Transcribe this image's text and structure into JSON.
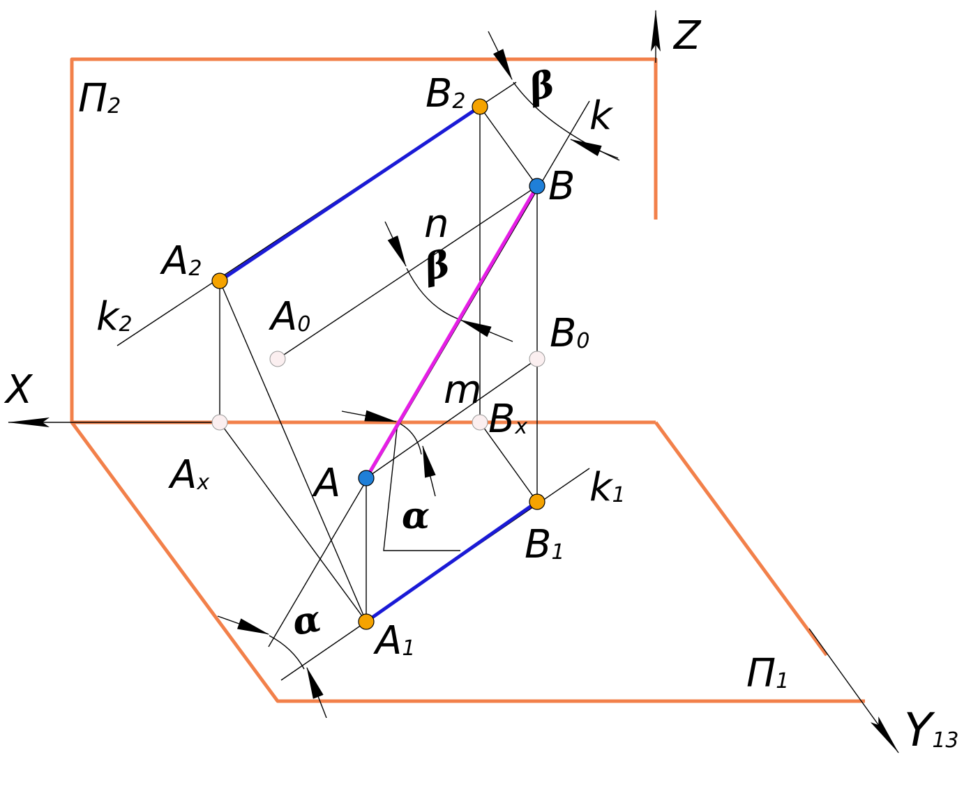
{
  "colors": {
    "plane": "#f2804a",
    "projection_segment": "#1a1ad6",
    "true_segment": "#e61ee6",
    "projection_point": "#f5a300",
    "space_point": "#1f7fd8",
    "auxiliary_point": "#fbeff0"
  },
  "labels": {
    "pi2": {
      "main": "П",
      "sub": "2"
    },
    "pi1": {
      "main": "П",
      "sub": "1"
    },
    "axis_x": {
      "main": "X",
      "sub": ""
    },
    "axis_z": {
      "main": "Z",
      "sub": ""
    },
    "axis_y": {
      "main": "Y",
      "sub": "13"
    },
    "A": {
      "main": "A",
      "sub": ""
    },
    "B": {
      "main": "B",
      "sub": ""
    },
    "A1": {
      "main": "A",
      "sub": "1"
    },
    "A2": {
      "main": "A",
      "sub": "2"
    },
    "B1": {
      "main": "B",
      "sub": "1"
    },
    "B2": {
      "main": "B",
      "sub": "2"
    },
    "A0": {
      "main": "A",
      "sub": "0"
    },
    "B0": {
      "main": "B",
      "sub": "0"
    },
    "Ax": {
      "main": "A",
      "sub": "x"
    },
    "Bx": {
      "main": "B",
      "sub": "x"
    },
    "k": {
      "main": "k",
      "sub": ""
    },
    "k1": {
      "main": "k",
      "sub": "1"
    },
    "k2": {
      "main": "k",
      "sub": "2"
    },
    "m": {
      "main": "m",
      "sub": ""
    },
    "n": {
      "main": "n",
      "sub": ""
    }
  },
  "angles": {
    "alpha": "α",
    "beta": "β"
  }
}
